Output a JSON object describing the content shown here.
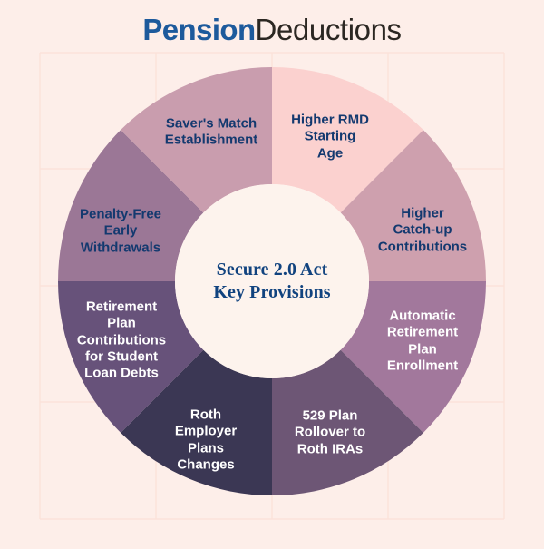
{
  "page": {
    "background_color": "#fdeee9",
    "grid_color": "#fbe2da"
  },
  "logo": {
    "part1": "Pension",
    "part2": "Deductions",
    "part1_color": "#1d5a9c",
    "part2_color": "#2b2722"
  },
  "center": {
    "line1": "Secure 2.0 Act",
    "line2": "Key Provisions",
    "text_color": "#11437f",
    "fill_color": "#fdf3ed"
  },
  "chart_data": {
    "type": "pie",
    "title": "Secure 2.0 Act Key Provisions",
    "subtype": "donut",
    "center": [
      300,
      310
    ],
    "outer_radius": 236,
    "inner_radius": 107,
    "start_angle_deg": -90,
    "direction": "clockwise",
    "legend": "none",
    "equal_slices": true,
    "categories": [
      "Higher RMD Starting Age",
      "Higher Catch-up Contributions",
      "Automatic Retirement Plan Enrollment",
      "529 Plan Rollover to Roth IRAs",
      "Roth Employer Plans Changes",
      "Retirement Plan Contributions for Student Loan Debts",
      "Penalty-Free Early Withdrawals",
      "Saver's Match Establishment"
    ],
    "values": [
      12.5,
      12.5,
      12.5,
      12.5,
      12.5,
      12.5,
      12.5,
      12.5
    ],
    "colors": [
      "#fbd1cf",
      "#cea0ae",
      "#a2789c",
      "#6d5675",
      "#3b3754",
      "#67527a",
      "#9b7796",
      "#c99dae"
    ],
    "label_colors": [
      "#13396f",
      "#13396f",
      "#ffffff",
      "#ffffff",
      "#ffffff",
      "#ffffff",
      "#13396f",
      "#13396f"
    ],
    "slices": [
      {
        "label": "Higher RMD\nStarting\nAge",
        "value": 12.5,
        "color": "#fbd1cf",
        "text_color": "#13396f",
        "text_x": 364,
        "text_y": 151
      },
      {
        "label": "Higher\nCatch-up\nContributions",
        "value": 12.5,
        "color": "#cea0ae",
        "text_color": "#13396f",
        "text_x": 466,
        "text_y": 254
      },
      {
        "label": "Automatic\nRetirement\nPlan\nEnrollment",
        "value": 12.5,
        "color": "#a2789c",
        "text_color": "#ffffff",
        "text_x": 466,
        "text_y": 376
      },
      {
        "label": "529 Plan\nRollover to\nRoth IRAs",
        "value": 12.5,
        "color": "#6d5675",
        "text_color": "#ffffff",
        "text_x": 364,
        "text_y": 477
      },
      {
        "label": "Roth\nEmployer\nPlans\nChanges",
        "value": 12.5,
        "color": "#3b3754",
        "text_color": "#ffffff",
        "text_x": 227,
        "text_y": 485
      },
      {
        "label": "Retirement\nPlan\nContributions\nfor Student\nLoan Debts",
        "value": 12.5,
        "color": "#67527a",
        "text_color": "#ffffff",
        "text_x": 134,
        "text_y": 375
      },
      {
        "label": "Penalty-Free\nEarly\nWithdrawals",
        "value": 12.5,
        "color": "#9b7796",
        "text_color": "#13396f",
        "text_x": 133,
        "text_y": 255
      },
      {
        "label": "Saver's Match\nEstablishment",
        "value": 12.5,
        "color": "#c99dae",
        "text_color": "#13396f",
        "text_x": 233,
        "text_y": 146
      }
    ]
  }
}
